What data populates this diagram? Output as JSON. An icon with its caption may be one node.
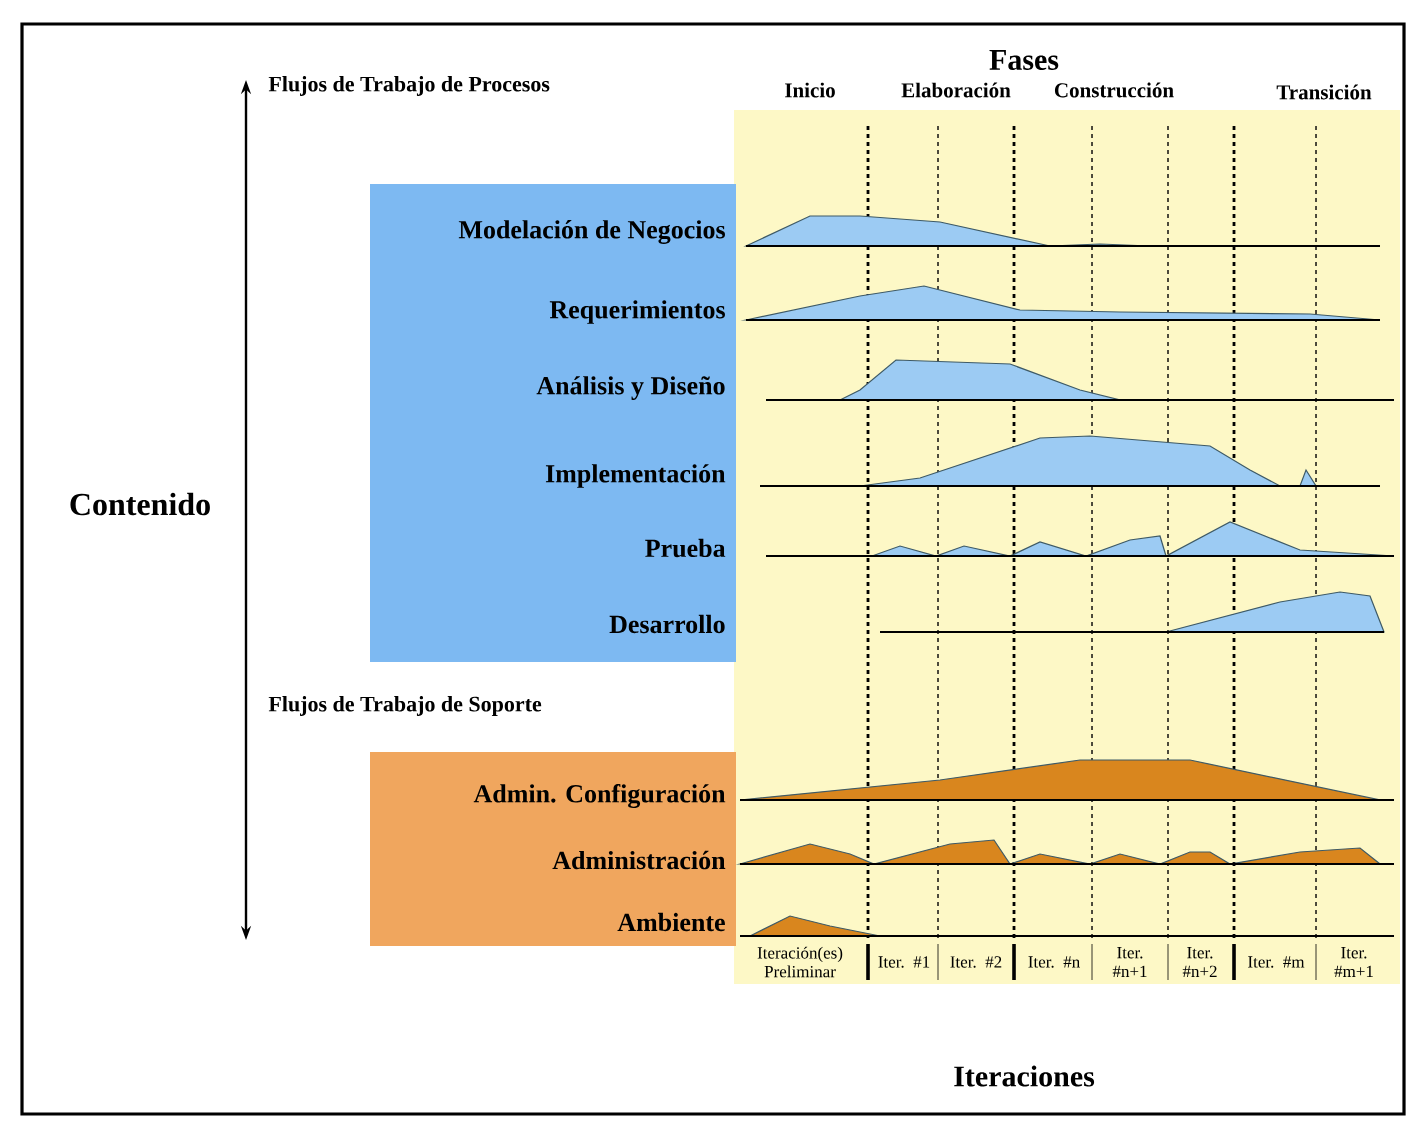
{
  "diagram": {
    "nodes": [
      {
        "text": [
          "Modelación de Negocios",
          "Requerimientos",
          "Análisis y Diseño",
          "Implementación",
          "Prueba",
          "Desarrollo"
        ]
      },
      {
        "text": [
          "Admin. Configuración",
          "Administración",
          "Ambiente"
        ]
      }
    ],
    "labels": [
      "Fases",
      "Flujos de Trabajo de Procesos",
      "Inicio",
      "Elaboración",
      "Construcción",
      "Transición",
      "Contenido",
      "Flujos de Trabajo de Soporte",
      "Iteración(es) Preliminar",
      "Iter. #1",
      "Iter. #2",
      "Iter. #n",
      "Iter. #n+1",
      "Iter. #n+2",
      "Iter. #m",
      "Iter. #m+1",
      "Iteraciones"
    ]
  }
}
